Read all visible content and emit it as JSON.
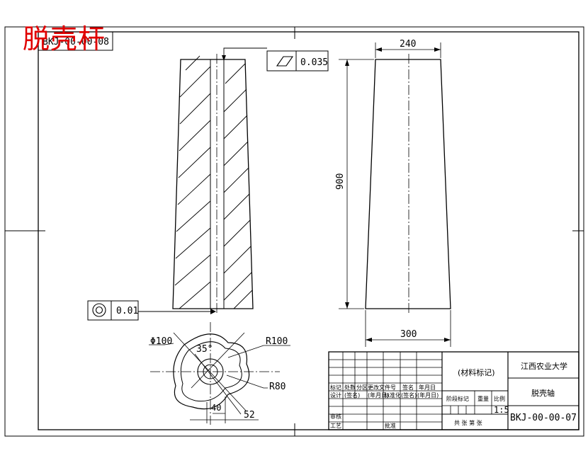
{
  "watermark_title": "脱壳杆",
  "drawing_code_tag": "BKJ-00-00-08",
  "tolerances": {
    "parallelism": {
      "symbol": "parallelogram-icon",
      "value": "0.035"
    },
    "concentricity": {
      "symbol": "concentric-circles-icon",
      "value": "0.01"
    }
  },
  "dimensions": {
    "top_width": "240",
    "height": "900",
    "bottom_width": "300",
    "diameter": "Φ100",
    "angle": "35°",
    "r_outer": "R100",
    "r_inner": "R80",
    "small_dim": "40",
    "offset": "52"
  },
  "title_block": {
    "material_mark": "(材料标记)",
    "school": "江西农业大学",
    "part_name": "脱壳轴",
    "drawing_number": "BKJ-00-00-07",
    "scale_value": "1:5",
    "col_biaoji": "标记",
    "col_chushu": "处数",
    "col_fenqu": "分区",
    "col_gengai": "更改文件号",
    "col_qianming": "签名",
    "col_nianyueri": "年月日",
    "row_sheji": "设计",
    "row_qianming": "(签名)",
    "row_nianyueri": "(年月日)",
    "row_biaozhunhua": "标准化",
    "row_qianming2": "(签名)",
    "row_nianyueri2": "(年月日)",
    "stage_mark": "阶段标记",
    "weight": "重量",
    "scale_label": "比例",
    "shenhe": "审核",
    "gongyi": "工艺",
    "pizhun": "批准",
    "sheet_info": "共 张 第 张"
  }
}
